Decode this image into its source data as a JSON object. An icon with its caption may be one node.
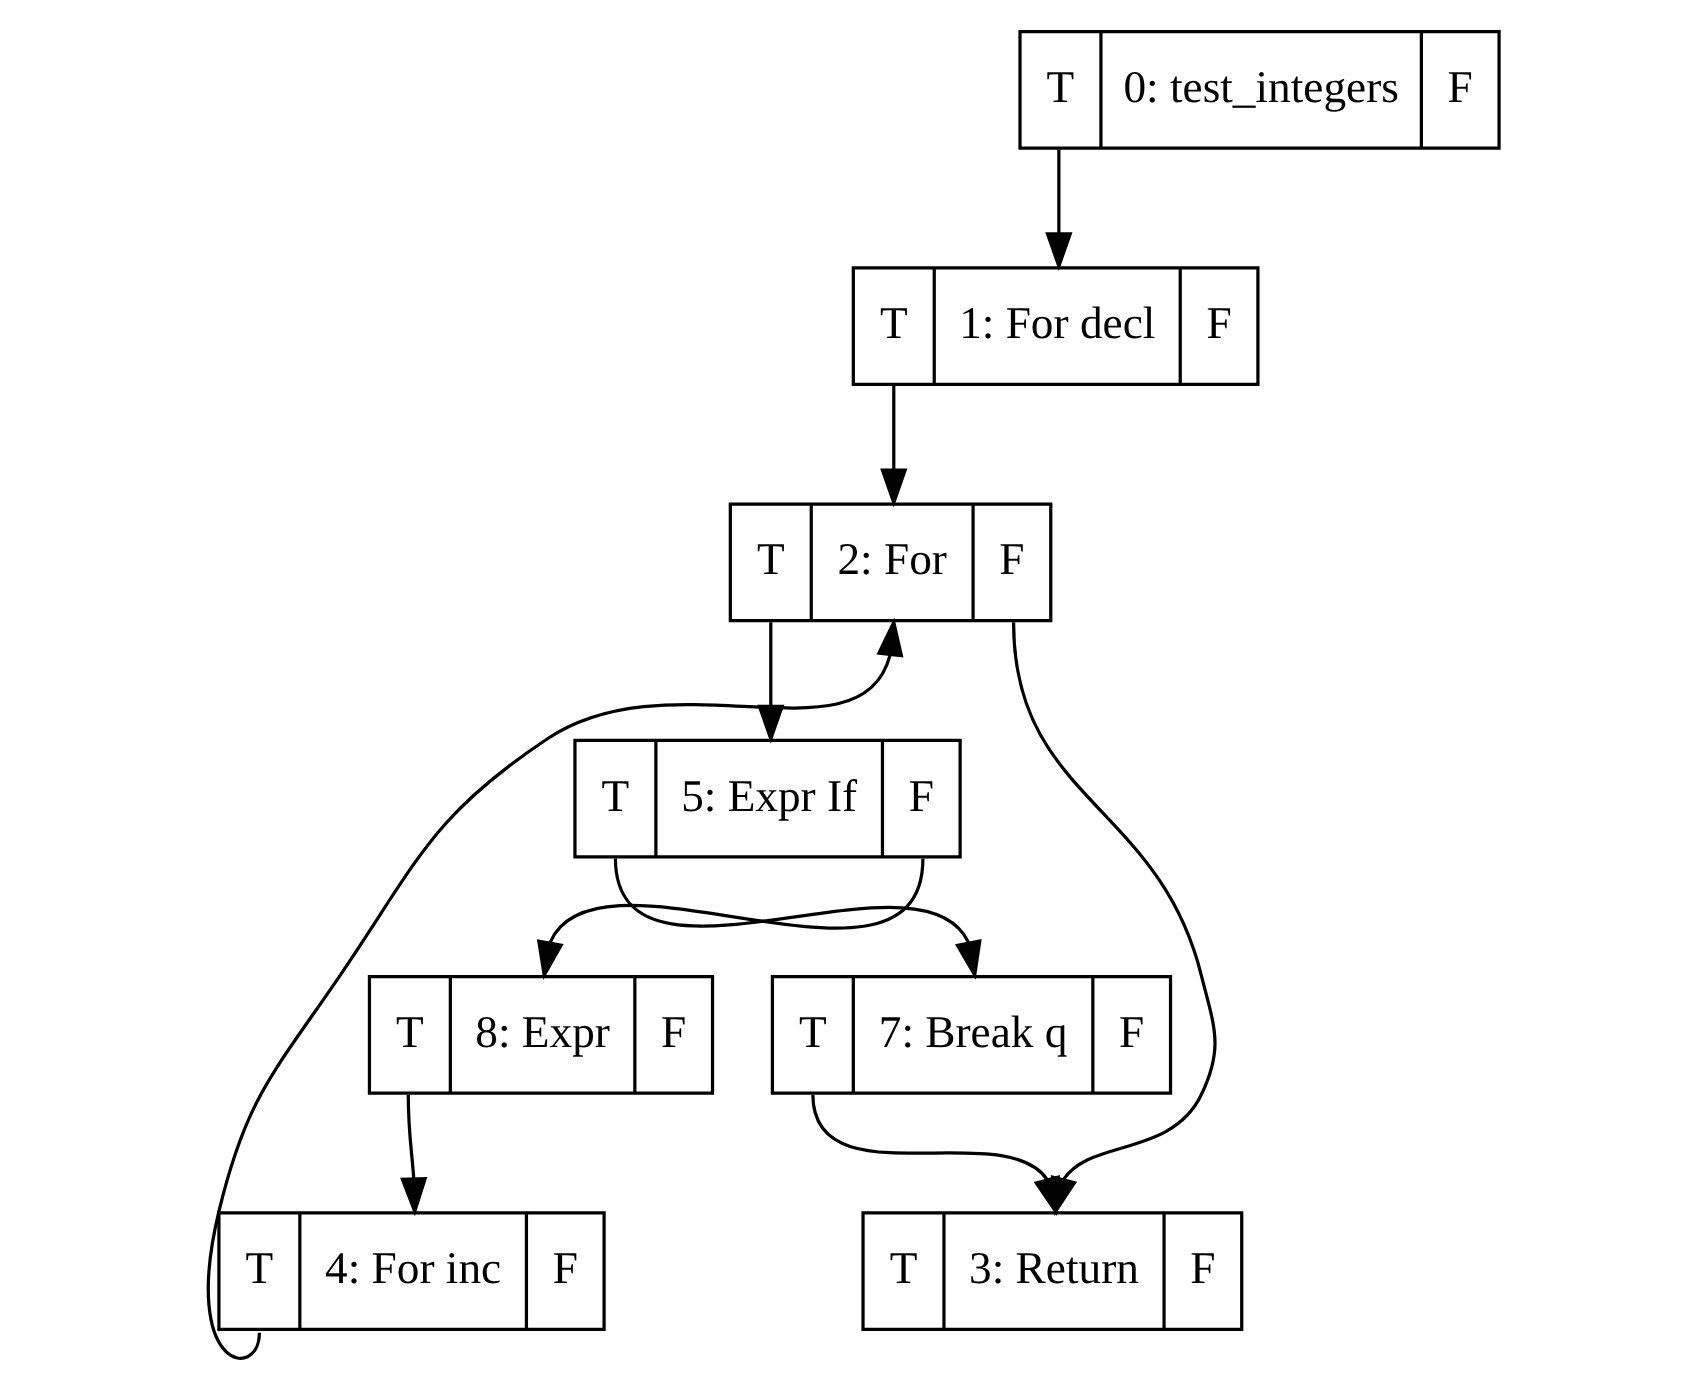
{
  "diagram": {
    "nodes": [
      {
        "text": [
          "T",
          "0: test_integers",
          "F"
        ]
      },
      {
        "text": [
          "T",
          "1: For decl",
          "F"
        ]
      },
      {
        "text": [
          "T",
          "2: For",
          "F"
        ]
      },
      {
        "text": [
          "T",
          "3: Return",
          "F"
        ]
      },
      {
        "text": [
          "T",
          "4: For inc",
          "F"
        ]
      },
      {
        "text": [
          "T",
          "5: Expr If",
          "F"
        ]
      },
      {
        "text": [
          "T",
          "7: Break q",
          "F"
        ]
      },
      {
        "text": [
          "T",
          "8: Expr",
          "F"
        ]
      }
    ],
    "edges": [
      {
        "from": 0,
        "to": 1,
        "arrow": "to"
      },
      {
        "from": 1,
        "to": 2,
        "arrow": "to"
      },
      {
        "from": 2,
        "to": 5,
        "arrow": "to"
      },
      {
        "from": 2,
        "to": 3,
        "arrow": "to"
      },
      {
        "from": 5,
        "to": 6,
        "arrow": "to"
      },
      {
        "from": 5,
        "to": 7,
        "arrow": "to"
      },
      {
        "from": 7,
        "to": 4,
        "arrow": "to"
      },
      {
        "from": 4,
        "to": 2,
        "arrow": "to"
      },
      {
        "from": 6,
        "to": 3,
        "arrow": "to"
      }
    ]
  }
}
